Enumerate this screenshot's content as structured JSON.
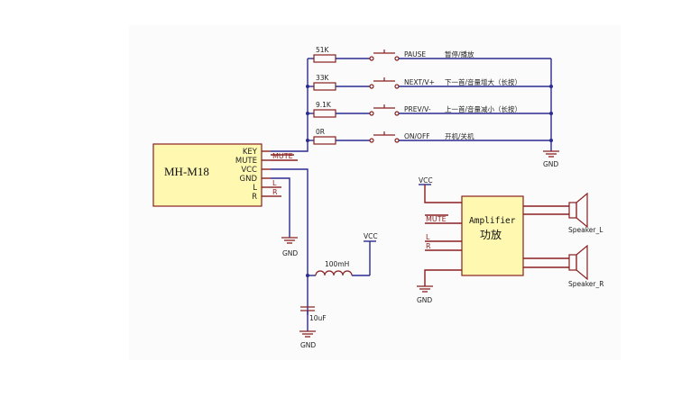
{
  "module": {
    "name": "MH-M18",
    "pins": [
      "KEY",
      "MUTE",
      "VCC",
      "GND",
      "L",
      "R"
    ]
  },
  "buttons": [
    {
      "resistor": "51K",
      "label": "PAUSE",
      "desc": "暂停/播放"
    },
    {
      "resistor": "33K",
      "label": "NEXT/V+",
      "desc": "下一首/音量增大（长按）"
    },
    {
      "resistor": "9.1K",
      "label": "PREV/V-",
      "desc": "上一首/音量减小（长按）"
    },
    {
      "resistor": "0R",
      "label": "ON/OFF",
      "desc": "开机/关机"
    }
  ],
  "nets": {
    "gnd": "GND",
    "vcc": "VCC",
    "mute": "MUTE",
    "l": "L",
    "r": "R"
  },
  "filter": {
    "inductor": "100mH",
    "capacitor": "10uF"
  },
  "amplifier": {
    "title": "Amplifier",
    "subtitle": "功放"
  },
  "speakers": {
    "left": "Speaker_L",
    "right": "Speaker_R"
  }
}
